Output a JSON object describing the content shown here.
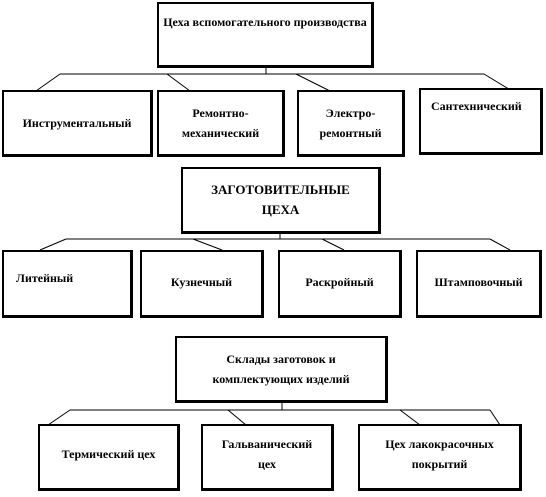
{
  "groups": [
    {
      "title": "Цеха вспомогательного производства",
      "children": [
        "Инструментальный",
        "Ремонтно-механический",
        "Электро-ремонтный",
        "Сантехнический"
      ]
    },
    {
      "title": "ЗАГОТОВИТЕЛЬНЫЕ ЦЕХА",
      "children": [
        "Литейный",
        "Кузнечный",
        "Раскройный",
        "Штамповочный"
      ]
    },
    {
      "title": "Склады заготовок и комплектующих изделий",
      "children": [
        "Термический цех",
        "Гальванический цех",
        "Цех лакокрасочных покрытий"
      ]
    }
  ]
}
